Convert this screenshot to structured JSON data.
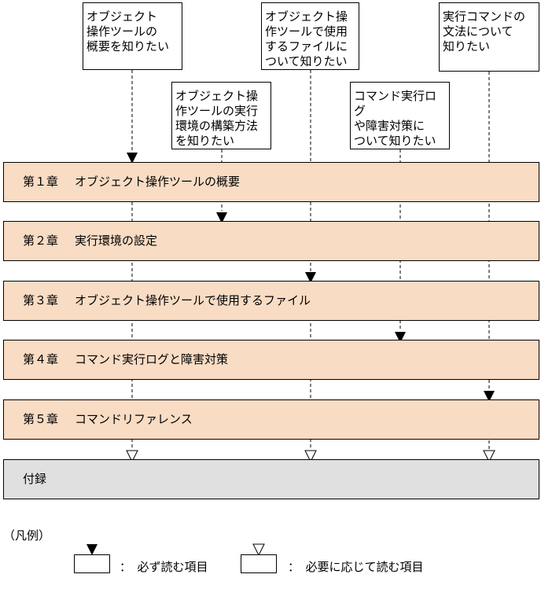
{
  "questions": [
    {
      "id": "q1",
      "text": "オブジェクト\n操作ツールの\n概要を知りたい"
    },
    {
      "id": "q2",
      "text": "オブジェクト操\n作ツールの実行\n環境の構築方法\nを知りたい"
    },
    {
      "id": "q3",
      "text": "オブジェクト操\n作ツールで使用\nするファイルに\nついて知りたい"
    },
    {
      "id": "q4",
      "text": "コマンド実行ログ\nや障害対策に\nついて知りたい"
    },
    {
      "id": "q5",
      "text": "実行コマンドの\n文法について\n知りたい"
    }
  ],
  "chapters": [
    {
      "num": "第１章",
      "title": "オブジェクト操作ツールの概要"
    },
    {
      "num": "第２章",
      "title": "実行環境の設定"
    },
    {
      "num": "第３章",
      "title": "オブジェクト操作ツールで使用するファイル"
    },
    {
      "num": "第４章",
      "title": "コマンド実行ログと障害対策"
    },
    {
      "num": "第５章",
      "title": "コマンドリファレンス"
    }
  ],
  "appendix": {
    "title": "付録"
  },
  "legend": {
    "title": "（凡例）",
    "required": "：　必ず読む項目",
    "optional": "：　必要に応じて読む項目"
  },
  "colors": {
    "chapter_fill": "#f8dcc4",
    "appendix_fill": "#e0e0e0"
  }
}
